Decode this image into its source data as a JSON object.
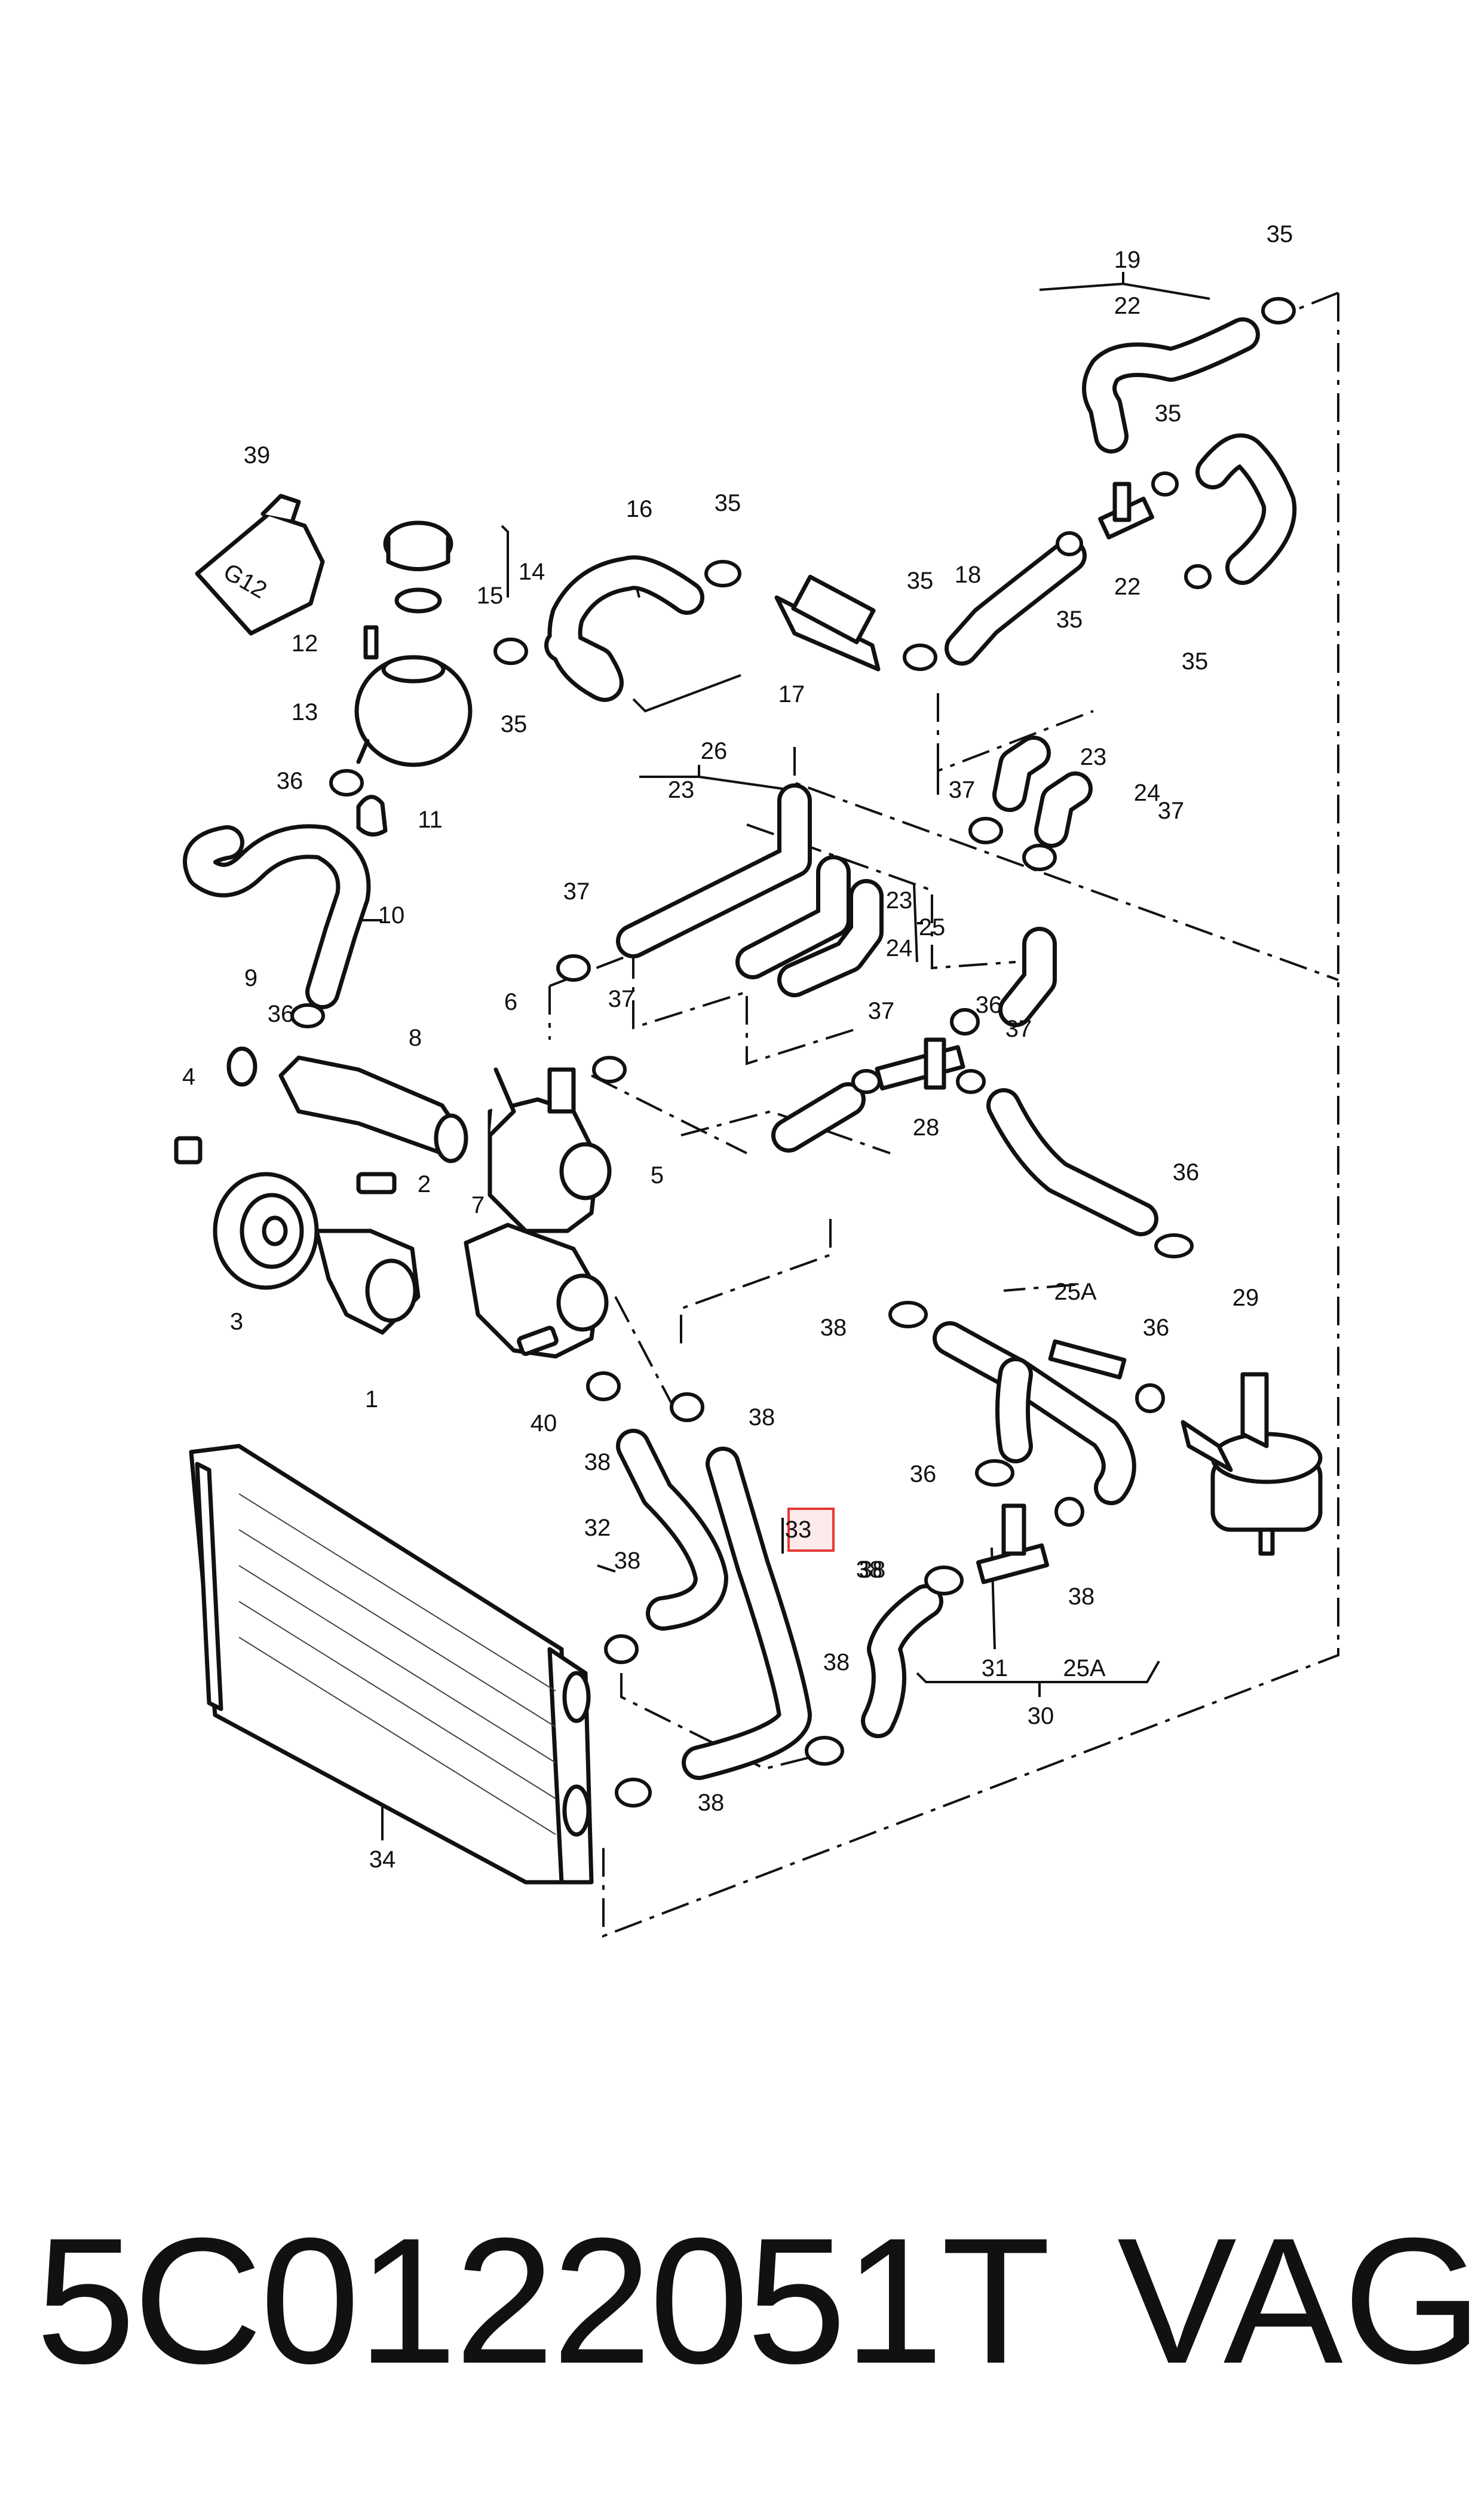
{
  "diagram": {
    "callouts": [
      "1",
      "2",
      "3",
      "4",
      "5",
      "6",
      "7",
      "8",
      "9",
      "10",
      "11",
      "12",
      "13",
      "14",
      "15",
      "16",
      "17",
      "18",
      "19",
      "22",
      "22",
      "23",
      "24",
      "23",
      "26",
      "23",
      "24",
      "25",
      "28",
      "29",
      "25A",
      "30",
      "31",
      "25A",
      "32",
      "33",
      "34",
      "35",
      "35",
      "35",
      "35",
      "35",
      "35",
      "35",
      "36",
      "36",
      "36",
      "36",
      "36",
      "36",
      "37",
      "37",
      "37",
      "37",
      "37",
      "37",
      "38",
      "38",
      "38",
      "38",
      "38",
      "38",
      "38",
      "38",
      "38",
      "39",
      "40"
    ],
    "highlighted_callout": "33",
    "highlight_color": "#e53935",
    "bottle_label": "G12"
  },
  "footer": {
    "part_number": "5C0122051T",
    "brand": "VAG"
  }
}
